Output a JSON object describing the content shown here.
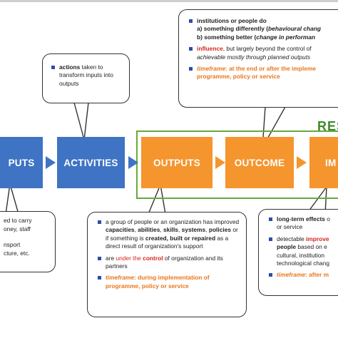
{
  "steps": {
    "inputs": "PUTS",
    "activities": "ACTIVITIES",
    "outputs": "OUTPUTS",
    "outcome": "OUTCOME",
    "impact": "IM"
  },
  "results_label": "RES",
  "callouts": {
    "activities": {
      "t1": "actions",
      "t2": " taken to transform inputs into outputs"
    },
    "inputs": {
      "lines": [
        "ed to carry",
        "oney, staff",
        "nsport",
        "cture, etc."
      ]
    },
    "outcome": {
      "b1": "institutions or people do",
      "b1a_pre": "a) something differently (",
      "b1a_it": "behavioural chang",
      "b1b_pre": "b) something better (",
      "b1b_it": "change in performan",
      "b2_red": "influence",
      "b2_rest": ", but largely beyond the control of",
      "b2_it": "achievable mostly through planned outputs",
      "b3_it": "timeframe",
      "b3_rest1": ": at the end or after the impleme",
      "b3_rest2": "programme, policy or service"
    },
    "outputs": {
      "b1_a": "a group of people or an organization has improved ",
      "b1_k1": "capacities",
      "b1_c1": ", ",
      "b1_k2": "abilities",
      "b1_c2": ", ",
      "b1_k3": "skills",
      "b1_c3": ", ",
      "b1_k4": "systems",
      "b1_c4": ", ",
      "b1_k5": "policies",
      "b1_c5": " or if something is ",
      "b1_k6": "created, built or repaired",
      "b1_c6": " as a direct result of organization's support",
      "b2_a": "are ",
      "b2_r1": "under the ",
      "b2_r2": "control",
      "b2_c": " of organization and its partners",
      "b3_it": "timeframe",
      "b3_rest": ": during implementation of programme, policy or service"
    },
    "impact": {
      "b1_b": "long-term effects",
      "b1_c": " o",
      "b1_rest": "or service",
      "b2_a": "detectable ",
      "b2_r": "improve",
      "b2_b": "people",
      "b2_c": " based on ",
      "b2_d": " e",
      "b2_l2": "cultural, institution",
      "b2_l3": "technological chang",
      "b3_it": "timeframe",
      "b3_rest": ": after m"
    }
  },
  "colors": {
    "blue": "#3f73c4",
    "orange": "#f5952d",
    "green": "#66a93a",
    "red": "#d5271c",
    "bullet": "#2b4ea8"
  }
}
